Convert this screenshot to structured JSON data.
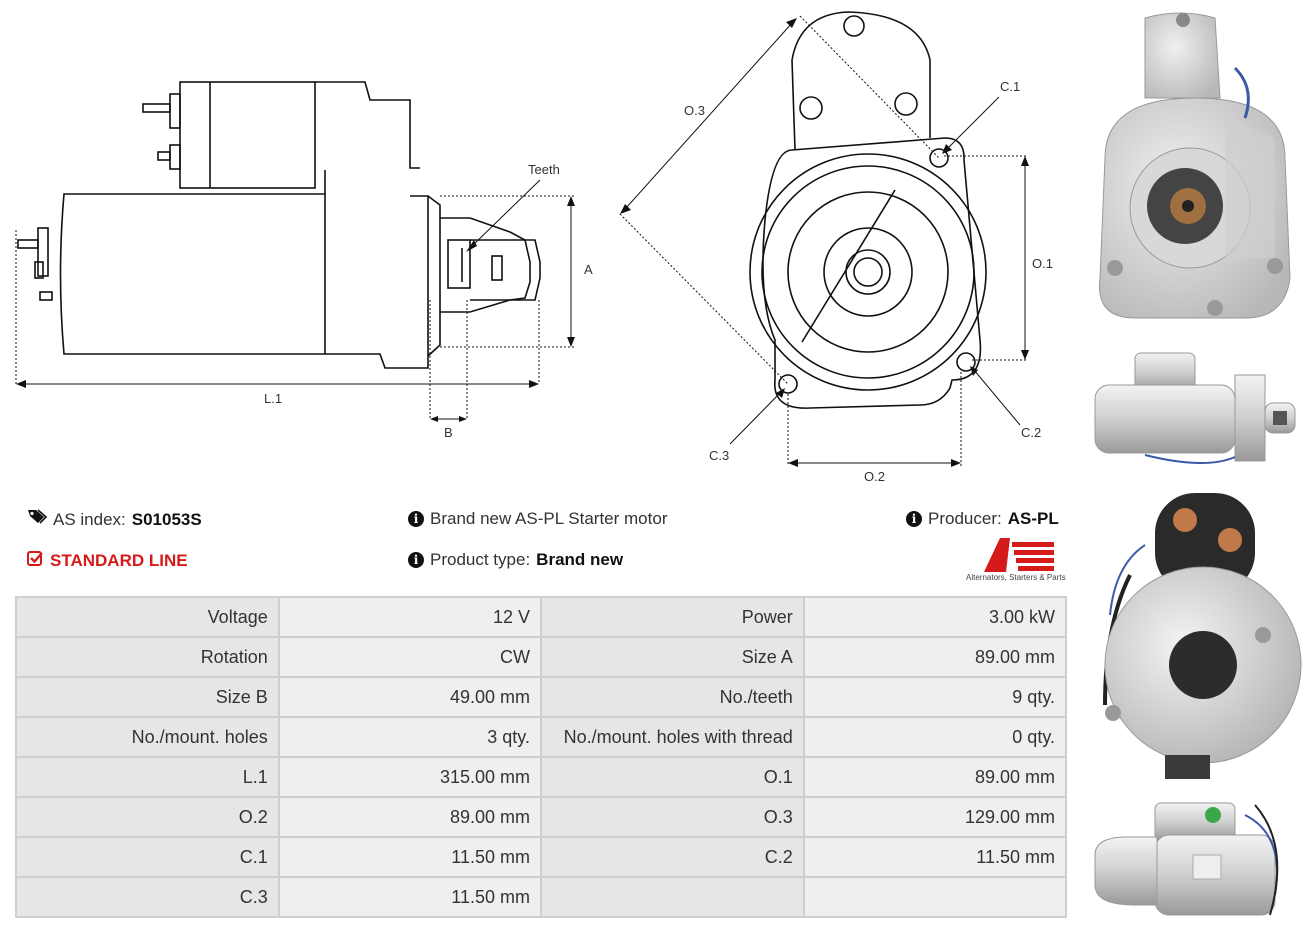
{
  "diagram": {
    "side": {
      "teeth_label": "Teeth",
      "a_label": "A",
      "l1_label": "L.1",
      "b_label": "B"
    },
    "front": {
      "o3_label": "O.3",
      "c1_label": "C.1",
      "o1_label": "O.1",
      "c2_label": "C.2",
      "c3_label": "C.3",
      "o2_label": "O.2"
    }
  },
  "info": {
    "as_index_label": "AS index:",
    "as_index_value": "S01053S",
    "line": "STANDARD LINE",
    "description": "Brand new AS-PL Starter motor",
    "product_type_label": "Product type:",
    "product_type_value": "Brand new",
    "producer_label": "Producer:",
    "producer_value": "AS-PL",
    "logo_text": "AS",
    "logo_tagline": "Alternators, Starters & Parts"
  },
  "specs": [
    [
      "Voltage",
      "12 V",
      "Power",
      "3.00 kW"
    ],
    [
      "Rotation",
      "CW",
      "Size A",
      "89.00 mm"
    ],
    [
      "Size B",
      "49.00 mm",
      "No./teeth",
      "9 qty."
    ],
    [
      "No./mount. holes",
      "3 qty.",
      "No./mount. holes with thread",
      "0 qty."
    ],
    [
      "L.1",
      "315.00 mm",
      "O.1",
      "89.00 mm"
    ],
    [
      "O.2",
      "89.00 mm",
      "O.3",
      "129.00 mm"
    ],
    [
      "C.1",
      "11.50 mm",
      "C.2",
      "11.50 mm"
    ],
    [
      "C.3",
      "11.50 mm",
      "",
      ""
    ]
  ],
  "colors": {
    "accent": "#d51a1a",
    "table_cell": "#efefef",
    "table_border": "#cfcfcf"
  }
}
